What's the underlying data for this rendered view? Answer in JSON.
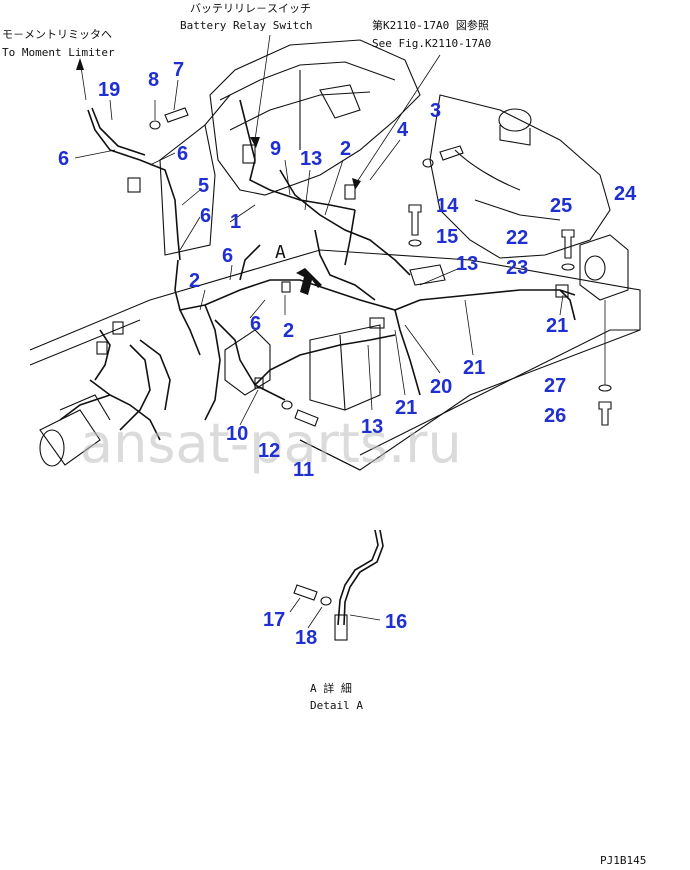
{
  "labels": {
    "moment_jp": "モ－メントリミッタヘ",
    "moment_en": "To Moment Limiter",
    "relay_jp": "バッテリリレ－スイッチ",
    "relay_en": "Battery Relay Switch",
    "seefig_jp": "第K2110-17A0 図参照",
    "seefig_en": "See Fig.K2110-17A0",
    "a_marker": "A",
    "detail_jp": "A 詳 細",
    "detail_en": "Detail A",
    "drawing_code": "PJ1B145",
    "watermark": "ansat-parts.ru"
  },
  "callouts": [
    {
      "id": "c19",
      "text": "19"
    },
    {
      "id": "c8",
      "text": "8"
    },
    {
      "id": "c7",
      "text": "7"
    },
    {
      "id": "c6a",
      "text": "6"
    },
    {
      "id": "c6b",
      "text": "6"
    },
    {
      "id": "c5",
      "text": "5"
    },
    {
      "id": "c6c",
      "text": "6"
    },
    {
      "id": "c1",
      "text": "1"
    },
    {
      "id": "c9",
      "text": "9"
    },
    {
      "id": "c13a",
      "text": "13"
    },
    {
      "id": "c2a",
      "text": "2"
    },
    {
      "id": "c4",
      "text": "4"
    },
    {
      "id": "c3",
      "text": "3"
    },
    {
      "id": "c14",
      "text": "14"
    },
    {
      "id": "c15",
      "text": "15"
    },
    {
      "id": "c22",
      "text": "22"
    },
    {
      "id": "c23",
      "text": "23"
    },
    {
      "id": "c25",
      "text": "25"
    },
    {
      "id": "c24",
      "text": "24"
    },
    {
      "id": "c13b",
      "text": "13"
    },
    {
      "id": "c6d",
      "text": "6"
    },
    {
      "id": "c2b",
      "text": "2"
    },
    {
      "id": "c6e",
      "text": "6"
    },
    {
      "id": "c2c",
      "text": "2"
    },
    {
      "id": "c21a",
      "text": "21"
    },
    {
      "id": "c21b",
      "text": "21"
    },
    {
      "id": "c20",
      "text": "20"
    },
    {
      "id": "c21c",
      "text": "21"
    },
    {
      "id": "c27",
      "text": "27"
    },
    {
      "id": "c26",
      "text": "26"
    },
    {
      "id": "c13c",
      "text": "13"
    },
    {
      "id": "c10",
      "text": "10"
    },
    {
      "id": "c12",
      "text": "12"
    },
    {
      "id": "c11",
      "text": "11"
    },
    {
      "id": "c17",
      "text": "17"
    },
    {
      "id": "c18",
      "text": "18"
    },
    {
      "id": "c16",
      "text": "16"
    }
  ]
}
